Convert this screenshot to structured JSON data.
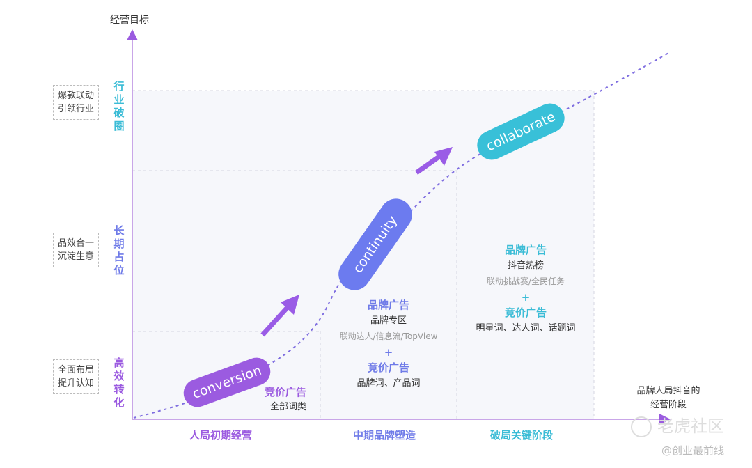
{
  "y_axis_label": "经营目标",
  "x_axis_label": "品牌人局抖音的经营阶段",
  "levels": [
    {
      "vertical": "行业破圈",
      "box": [
        "爆款联动",
        "引领行业"
      ],
      "color": "#3bbcd6"
    },
    {
      "vertical": "长期占位",
      "box": [
        "品效合一",
        "沉淀生意"
      ],
      "color": "#6f7be8"
    },
    {
      "vertical": "高效转化",
      "box": [
        "全面布局",
        "提升认知"
      ],
      "color": "#9b5be0"
    }
  ],
  "stages": [
    {
      "label": "人局初期经营",
      "color": "#9b5be0"
    },
    {
      "label": "中期品牌塑造",
      "color": "#6f7be8"
    },
    {
      "label": "破局关键阶段",
      "color": "#3bbcd6"
    }
  ],
  "pills": [
    {
      "label": "conversion",
      "color": "#9b5be0"
    },
    {
      "label": "continuity",
      "color": "#6c7bef"
    },
    {
      "label": "collaborate",
      "color": "#38c0d8"
    }
  ],
  "blocks": {
    "early": {
      "title": "竞价广告",
      "line": "全部词类"
    },
    "mid": {
      "title1": "品牌广告",
      "line1": "品牌专区",
      "sub": "联动达人/信息流/TopView",
      "plus": "+",
      "title2": "竞价广告",
      "line2": "品牌词、产品词"
    },
    "key": {
      "title1": "品牌广告",
      "line1": "抖音热榜",
      "sub": "联动挑战赛/全民任务",
      "plus": "+",
      "title2": "竞价广告",
      "line2": "明星词、达人词、话题词"
    }
  },
  "watermark": {
    "logo_text": "老虎社区",
    "handle": "@创业最前线"
  }
}
